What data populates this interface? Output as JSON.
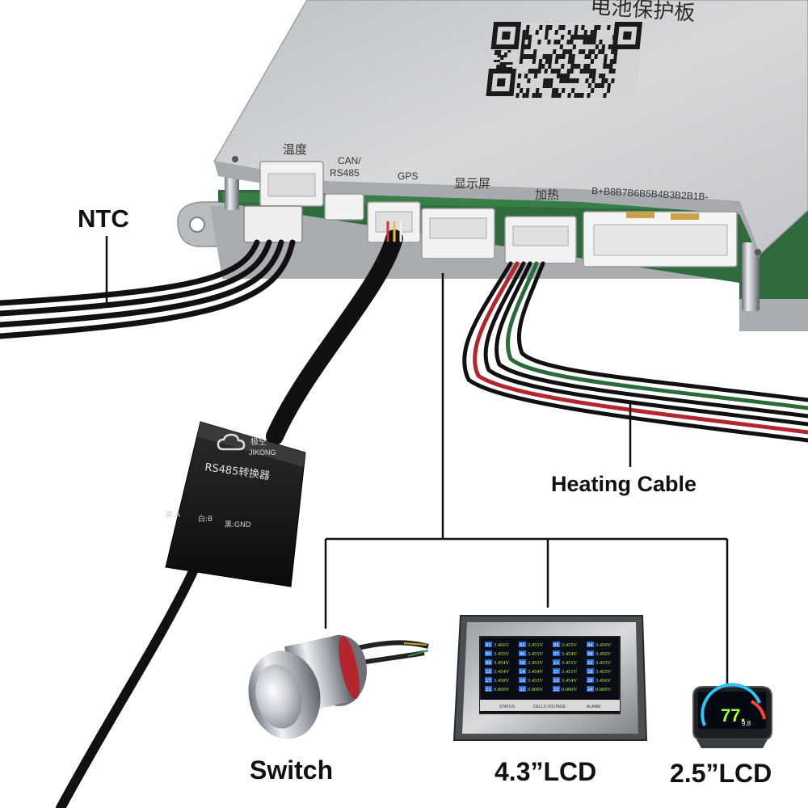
{
  "board": {
    "top_label": "电池保护板",
    "ports": [
      {
        "id": "temp",
        "label": "温度"
      },
      {
        "id": "can",
        "label": "CAN/",
        "label2": "RS485"
      },
      {
        "id": "gps",
        "label": "GPS"
      },
      {
        "id": "display",
        "label": "显示屏"
      },
      {
        "id": "heat",
        "label": "加热"
      },
      {
        "id": "balance",
        "label": "B+B8B7B6B5B4B3B2B1B-"
      }
    ]
  },
  "callouts": {
    "ntc": "NTC",
    "heating_cable": "Heating Cable",
    "switch": "Switch",
    "lcd43": "4.3”LCD",
    "lcd25": "2.5”LCD"
  },
  "converter": {
    "brand_cn": "极空",
    "brand": "JIKONG",
    "model": "RS485转换器",
    "pins": [
      "黄:A",
      "白:B",
      "黑:GND"
    ]
  },
  "lcd43_screen": {
    "cells": [
      [
        "01",
        "3.466V"
      ],
      [
        "02",
        "3.451V"
      ],
      [
        "03",
        "3.455V"
      ],
      [
        "04",
        "3.450V"
      ],
      [
        "05",
        "3.455V"
      ],
      [
        "06",
        "3.453V"
      ],
      [
        "07",
        "3.454V"
      ],
      [
        "08",
        "3.450V"
      ],
      [
        "09",
        "3.454V"
      ],
      [
        "10",
        "3.453V"
      ],
      [
        "11",
        "3.451V"
      ],
      [
        "12",
        "3.455V"
      ],
      [
        "13",
        "3.454V"
      ],
      [
        "14",
        "3.454V"
      ],
      [
        "15",
        "3.451V"
      ],
      [
        "16",
        "3.455V"
      ],
      [
        "17",
        "3.458V"
      ],
      [
        "18",
        "3.453V"
      ],
      [
        "19",
        "3.454V"
      ],
      [
        "20",
        "3.456V"
      ],
      [
        "21",
        "0.000V"
      ],
      [
        "22",
        "0.000V"
      ],
      [
        "23",
        "0.000V"
      ],
      [
        "24",
        "0.000V"
      ]
    ],
    "tabs": [
      "STATUS",
      "CELLS VOLTAGE",
      "ALARM"
    ]
  },
  "lcd25_screen": {
    "value": "77.",
    "small": "9.8"
  },
  "colors": {
    "board_silver": "#c9cbcd",
    "pcb_green": "#2f6b3c",
    "cable_black": "#111111",
    "cable_red": "#b3262e",
    "callout_line": "#111111",
    "screen_value": "#9dff3a"
  }
}
